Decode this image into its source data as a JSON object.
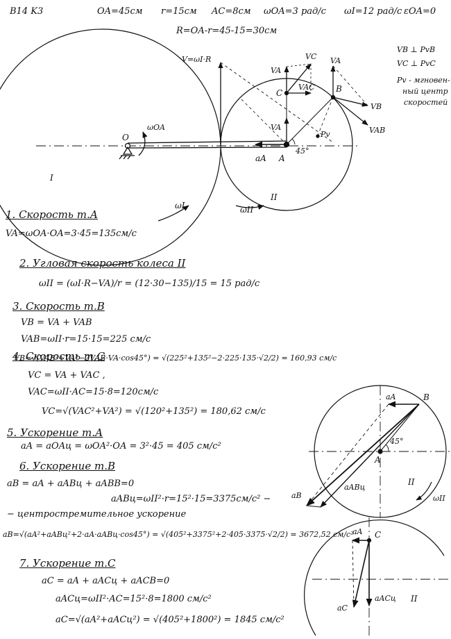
{
  "header": {
    "variant": "B14 K3",
    "given_oa": "OA=45см",
    "given_r": "r=15см",
    "given_ac": "AC=8см",
    "given_w": "ωOA=3 рад/с",
    "given_w1": "ωI=12 рад/с",
    "given_eps": "εOA=0",
    "radius_line": "R=OA-r=45-15=30см"
  },
  "diagram": {
    "label_O": "O",
    "label_A": "A",
    "label_B": "B",
    "label_C": "C",
    "label_Pv": "Pv",
    "label_wheel_1": "I",
    "label_wheel_2": "II",
    "label_omega_oa": "ωOA",
    "label_omega_1": "ωI",
    "label_omega_2": "ωII",
    "label_v_top": "V=ωI·R",
    "label_va": "VA",
    "label_va2": "VA",
    "label_vc": "VC",
    "label_vac": "VAC",
    "label_vb": "VB",
    "label_vab": "VAB",
    "label_va3": "VA",
    "label_aa": "aA",
    "label_45": "45°",
    "note_1": "VB ⊥ PvB",
    "note_2": "VC ⊥ PvC",
    "note_3": "Pv - мгновен-",
    "note_4": "ный центр",
    "note_5": "скоростей"
  },
  "steps": {
    "s1_title": "1. Скорость т.А",
    "s1_eq": "VA=ωOA·OA=3·45=135см/с",
    "s2_title": "2. Угловая скорость колеса II",
    "s2_eq": "ωII = (ωI·R−VA)/r = (12·30−135)/15 = 15 рад/с",
    "s3_title": "3. Скорость т.В",
    "s3_eq1": "VB = VA + VAB",
    "s3_eq2": "VAB=ωII·r=15·15=225 см/с",
    "s3_eq3": "VB=√(VAB²+VA²−2VAB·VA·cos45°) = √(225²+135²−2·225·135·√2/2) = 160,93 см/с",
    "s4_title": "4. Скорость т.С",
    "s4_eq1": "VC = VA + VAC ,",
    "s4_eq2": "VAC=ωII·AC=15·8=120см/с",
    "s4_eq3": "VC=√(VAC²+VA²) = √(120²+135²) = 180,62 см/с",
    "s5_title": "5. Ускорение т.А",
    "s5_eq": "aA = aOAц = ωOA²·OA = 3²·45 = 405 см/с²",
    "s6_title": "6. Ускорение т.В",
    "s6_eq1": "aB = aA + aABц + aABВ=0",
    "s6_eq2": "aABц=ωII²·r=15²·15=3375см/с² −",
    "s6_eq3": "− центростремительное ускорение",
    "s6_eq4": "aB=√(aA²+aABц²+2·aA·aABц·cos45°) = √(405²+3375²+2·405·3375·√2/2) = 3672,52 см/с²",
    "s7_title": "7. Ускорение т.С",
    "s7_eq1": "aC = aA + aACц + aACВ=0",
    "s7_eq2": "aACц=ωII²·AC=15²·8=1800 см/с²",
    "s7_eq3": "aC=√(aA²+aACц²) = √(405²+1800²) = 1845 см/с²"
  },
  "fig2": {
    "label_B": "B",
    "label_A": "A",
    "label_aa": "aA",
    "label_ab": "aB",
    "label_aab": "aABц",
    "label_45": "45°",
    "label_wheel": "II",
    "label_omega": "ωII"
  },
  "fig3": {
    "label_C": "C",
    "label_aa": "aA",
    "label_ac": "aC",
    "label_aac": "aACц",
    "label_wheel": "II"
  }
}
